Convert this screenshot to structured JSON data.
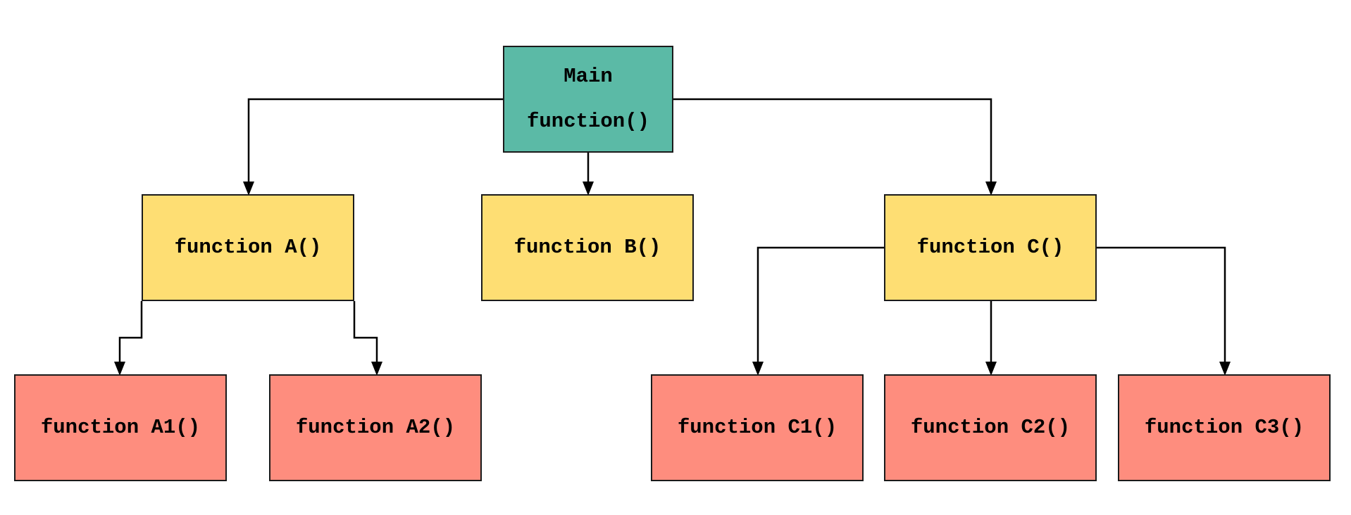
{
  "nodes": {
    "main": {
      "label_line1": "Main",
      "label_line2": "function()",
      "color": "#5bbaa6"
    },
    "a": {
      "label": "function A()",
      "color": "#fede73"
    },
    "b": {
      "label": "function B()",
      "color": "#fede73"
    },
    "c": {
      "label": "function C()",
      "color": "#fede73"
    },
    "a1": {
      "label": "function A1()",
      "color": "#fe8d7e"
    },
    "a2": {
      "label": "function A2()",
      "color": "#fe8d7e"
    },
    "c1": {
      "label": "function C1()",
      "color": "#fe8d7e"
    },
    "c2": {
      "label": "function C2()",
      "color": "#fe8d7e"
    },
    "c3": {
      "label": "function C3()",
      "color": "#fe8d7e"
    }
  },
  "edges": [
    {
      "from": "main",
      "to": "a"
    },
    {
      "from": "main",
      "to": "b"
    },
    {
      "from": "main",
      "to": "c"
    },
    {
      "from": "a",
      "to": "a1"
    },
    {
      "from": "a",
      "to": "a2"
    },
    {
      "from": "c",
      "to": "c1"
    },
    {
      "from": "c",
      "to": "c2"
    },
    {
      "from": "c",
      "to": "c3"
    }
  ],
  "edge_color": "#000000"
}
